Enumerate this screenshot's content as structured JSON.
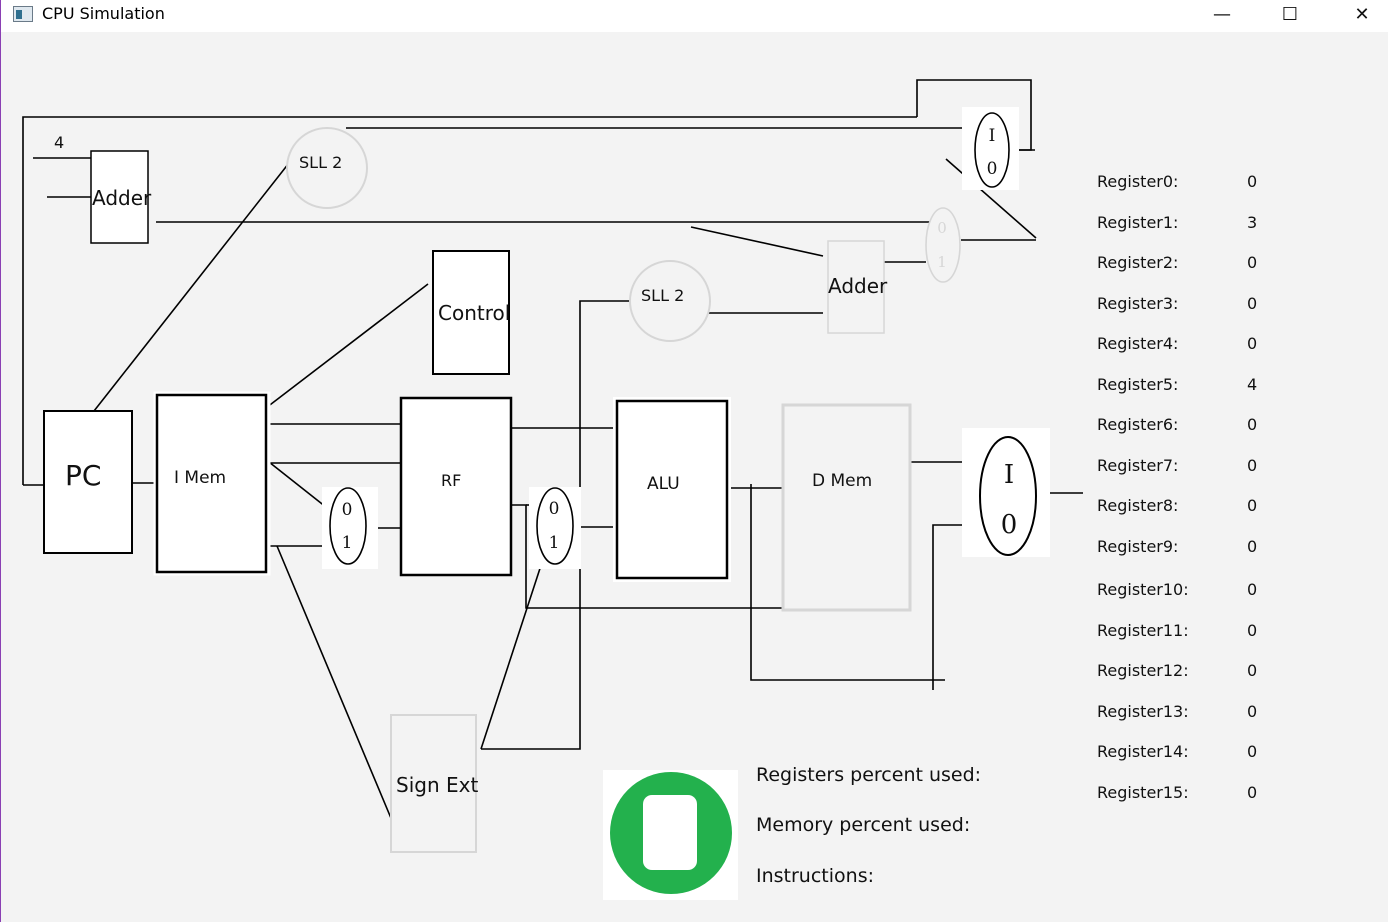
{
  "window": {
    "title": "CPU Simulation",
    "controls": {
      "minimize": "—",
      "maximize": "☐",
      "close": "✕"
    }
  },
  "diagram": {
    "pc_adder_constant": "4",
    "adder_top_label": "Adder",
    "sll2_top_label": "SLL 2",
    "control_label": "Control",
    "sll2_mid_label": "SLL 2",
    "adder_mid_label": "Adder",
    "pc_label": "PC",
    "imem_label": "I Mem",
    "rf_label": "RF",
    "alu_label": "ALU",
    "dmem_label": "D Mem",
    "signext_label": "Sign Ext",
    "mux_top": {
      "in_a": "I",
      "in_b": "0"
    },
    "mux_jump": {
      "in_a": "0",
      "in_b": "1"
    },
    "mux_regdst": {
      "in_a": "0",
      "in_b": "1"
    },
    "mux_alusrc": {
      "in_a": "0",
      "in_b": "1"
    },
    "mux_memtoreg": {
      "in_a": "I",
      "in_b": "0"
    }
  },
  "registers": [
    {
      "name": "Register0:",
      "value": "0"
    },
    {
      "name": "Register1:",
      "value": "3"
    },
    {
      "name": "Register2:",
      "value": "0"
    },
    {
      "name": "Register3:",
      "value": "0"
    },
    {
      "name": "Register4:",
      "value": "0"
    },
    {
      "name": "Register5:",
      "value": "4"
    },
    {
      "name": "Register6:",
      "value": "0"
    },
    {
      "name": "Register7:",
      "value": "0"
    },
    {
      "name": "Register8:",
      "value": "0"
    },
    {
      "name": "Register9:",
      "value": "0"
    },
    {
      "name": "Register10:",
      "value": "0"
    },
    {
      "name": "Register11:",
      "value": "0"
    },
    {
      "name": "Register12:",
      "value": "0"
    },
    {
      "name": "Register13:",
      "value": "0"
    },
    {
      "name": "Register14:",
      "value": "0"
    },
    {
      "name": "Register15:",
      "value": "0"
    }
  ],
  "stats": {
    "registers_percent": "Registers percent used:",
    "memory_percent": "Memory percent used:",
    "instructions": "Instructions:"
  },
  "colors": {
    "status_indicator": "#23b14d",
    "active_stroke": "#000000",
    "inactive_stroke": "#d6d6d6"
  },
  "status_icon": "green-circle-status-icon"
}
